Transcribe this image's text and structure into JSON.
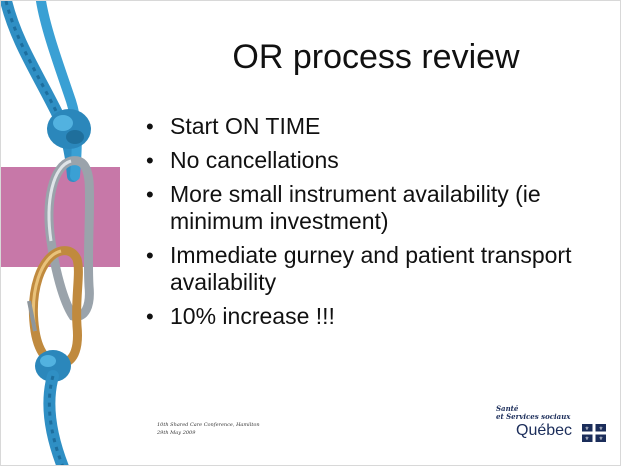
{
  "slide": {
    "title": "OR process review",
    "bullets": [
      "Start ON TIME",
      "No cancellations",
      "More small instrument availability (ie minimum investment)",
      "Immediate gurney and patient transport availability",
      "10% increase !!!"
    ],
    "footer_note": {
      "line1": "10th Shared Care Conference, Hamilton",
      "line2": "29th May 2009"
    },
    "logo": {
      "line1": "Santé",
      "line2": "et Services sociaux",
      "name": "Québec"
    }
  },
  "colors": {
    "pink_band": "#c778a8",
    "rope": "#2f8fc4",
    "carabiner_silver": "#9aa3ab",
    "carabiner_gold": "#c08a3e",
    "logo_blue": "#1b2d5a"
  }
}
